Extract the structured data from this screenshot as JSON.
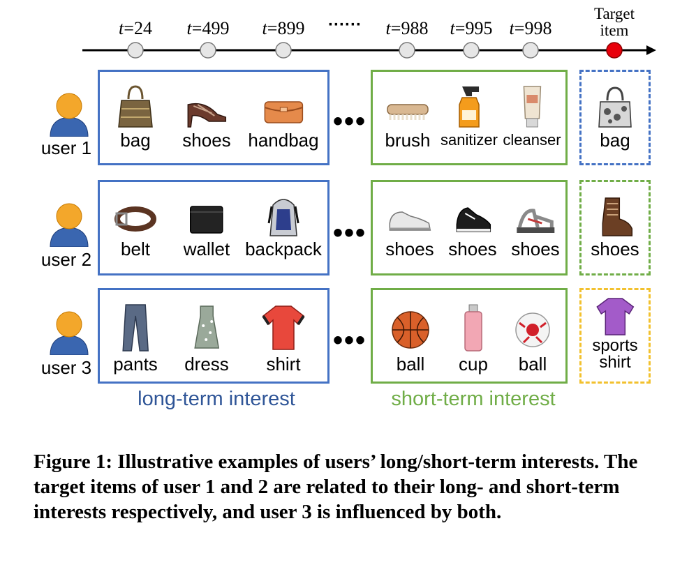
{
  "timeline": {
    "t_prefix": "t",
    "ticks": [
      "=24",
      "=499",
      "=899",
      "=988",
      "=995",
      "=998"
    ],
    "ellipsis": "······",
    "target_label": [
      "Target",
      "item"
    ]
  },
  "users": [
    {
      "label": "user 1",
      "long_items": [
        "bag",
        "shoes",
        "handbag"
      ],
      "short_items": [
        "brush",
        "sanitizer",
        "cleanser"
      ],
      "target_lines": [
        "bag"
      ],
      "target_style": "blue"
    },
    {
      "label": "user 2",
      "long_items": [
        "belt",
        "wallet",
        "backpack"
      ],
      "short_items": [
        "shoes",
        "shoes",
        "shoes"
      ],
      "target_lines": [
        "shoes"
      ],
      "target_style": "green"
    },
    {
      "label": "user 3",
      "long_items": [
        "pants",
        "dress",
        "shirt"
      ],
      "short_items": [
        "ball",
        "cup",
        "ball"
      ],
      "target_lines": [
        "sports",
        "shirt"
      ],
      "target_style": "yellow"
    }
  ],
  "row_ellipsis": "•••",
  "captions": {
    "long": "long-term interest",
    "short": "short-term interest"
  },
  "colors": {
    "long": "#4472C4",
    "short": "#70AD47",
    "target_3": "#F2C12E",
    "target_dot": "#E8000B"
  },
  "figure_caption": "Figure 1: Illustrative examples of users’ long/short-term interests. The target items of user 1 and 2 are related to their long- and short-term interests respectively, and user 3 is influenced by both."
}
